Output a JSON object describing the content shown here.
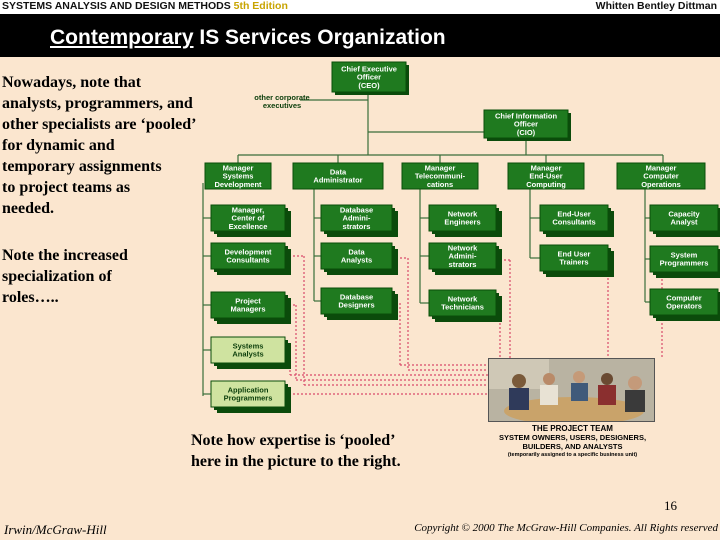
{
  "header": {
    "book_title": "SYSTEMS ANALYSIS AND DESIGN METHODS",
    "edition": "5th Edition",
    "authors": "Whitten  Bentley  Dittman"
  },
  "slide": {
    "title_underlined": "Contemporary",
    "title_rest": " IS Services Organization",
    "paragraph1": [
      "Nowadays, note that",
      "analysts, programmers, and",
      "other specialists are ‘pooled’",
      "for dynamic and",
      "temporary assignments",
      "to project teams as",
      "needed."
    ],
    "paragraph2": [
      "Note the increased",
      "specialization of",
      "roles….."
    ],
    "note": [
      "Note how expertise is ‘pooled’",
      "here in the picture to the right."
    ],
    "page_number": "16"
  },
  "org_chart": {
    "ceo": [
      "Chief Executive",
      "Officer",
      "(CEO)"
    ],
    "other_execs": [
      "other corporate",
      "executives"
    ],
    "cio": [
      "Chief Information",
      "Officer",
      "(CIO)"
    ],
    "managers": [
      [
        "Manager",
        "Systems",
        "Development"
      ],
      [
        "Data",
        "Administrator"
      ],
      [
        "Manager",
        "Telecommuni-",
        "cations"
      ],
      [
        "Manager",
        "End-User",
        "Computing"
      ],
      [
        "Manager",
        "Computer",
        "Operations"
      ]
    ],
    "staff": [
      [
        [
          "Manager,",
          "Center of",
          "Excellence"
        ],
        [
          "Development",
          "Consultants"
        ],
        [
          "Project",
          "Managers"
        ],
        [
          "Systems",
          "Analysts"
        ],
        [
          "Application",
          "Programmers"
        ]
      ],
      [
        [
          "Database",
          "Admini-",
          "strators"
        ],
        [
          "Data",
          "Analysts"
        ],
        [
          "Database",
          "Designers"
        ]
      ],
      [
        [
          "Network",
          "Engineers"
        ],
        [
          "Network",
          "Admini-",
          "strators"
        ],
        [
          "Network",
          "Technicians"
        ]
      ],
      [
        [
          "End-User",
          "Consultants"
        ],
        [
          "End User",
          "Trainers"
        ]
      ],
      [
        [
          "Capacity",
          "Analyst"
        ],
        [
          "System",
          "Programmers"
        ],
        [
          "Computer",
          "Operators"
        ]
      ]
    ],
    "project_team": {
      "title": "THE PROJECT TEAM",
      "line2": "SYSTEM OWNERS, USERS, DESIGNERS,",
      "line3": "BUILDERS, AND ANALYSTS",
      "line4": "(temporarily assigned to a specific business unit)"
    },
    "colors": {
      "box": "#1f7a1f",
      "box_light": "#cfe3a0",
      "connector": "#d94a6a",
      "background": "#fbe6cf"
    }
  },
  "footer": {
    "publisher": "Irwin/McGraw-Hill",
    "copyright": "Copyright © 2000 The McGraw-Hill Companies. All Rights reserved"
  }
}
